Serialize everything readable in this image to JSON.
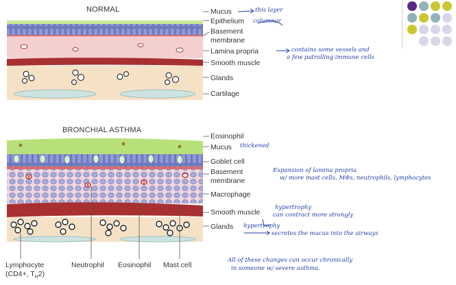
{
  "diagram": {
    "normal_title": "NORMAL",
    "asthma_title": "BRONCHIAL ASTHMA",
    "normal_labels": [
      "Mucus",
      "Epithelium",
      "Basement",
      "membrane",
      "Lamina propria",
      "Smooth muscle",
      "Glands",
      "Cartilage"
    ],
    "asthma_labels": [
      "Eosinophil",
      "Mucus",
      "Goblet cell",
      "Basement",
      "membrane",
      "Macrophage",
      "Smooth muscle",
      "Glands"
    ],
    "bottom_labels": [
      "Lymphocyte",
      "(CD4+, T",
      "H",
      "2)",
      "Neutrophil",
      "Eosinophil",
      "Mast cell"
    ]
  },
  "annotations": {
    "mucus_note": "this layer",
    "epithelium_note": "columnar",
    "lamina_note_1": "contains some vessels and",
    "lamina_note_2": "a few patrolling immune cells",
    "mucus_thickened": "thickened",
    "expansion_1": "Expansion of lamina propria",
    "expansion_2": "w/ more mast cells, MΦs, neutrophils, lymphocytes",
    "smooth_1": "hypertrophy",
    "smooth_2": "can contract more strongly",
    "glands_1": "hypertrophy",
    "glands_2": "secretes the mucus into the airways",
    "chronic_1": "All of these changes can occur chronically",
    "chronic_2": "in someone w/ severe asthma."
  },
  "palette": {
    "row1": [
      "#5b2a86",
      "#8fb3b8",
      "#c9c832",
      "#c9c832"
    ],
    "row2": [
      "#8fb3b8",
      "#c9c832",
      "#8fb3b8",
      "#d9d6ea"
    ],
    "row3": [
      "#c9c832",
      "#d9d6ea",
      "#d9d6ea",
      "#d9d6ea"
    ],
    "row4": [
      "#d9d6ea",
      "#d9d6ea",
      "#d9d6ea"
    ]
  },
  "colors": {
    "mucus_green": "#b8e07a",
    "epithelium_blue": "#6b74b8",
    "lamina_pink": "#f2c9c9",
    "smooth_red": "#a62b2b",
    "gland_tan": "#f3dfc3",
    "cartilage": "#c9dede",
    "ink_blue": "#1f3fa6"
  }
}
